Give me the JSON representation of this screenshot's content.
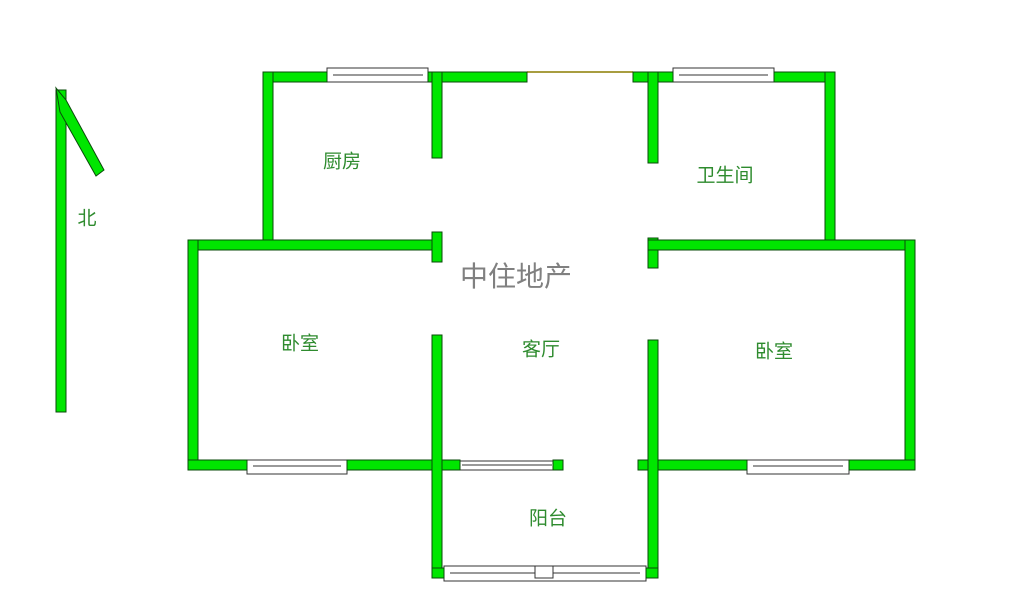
{
  "colors": {
    "wall": "#00e600",
    "label": "#2e8b2e",
    "watermark": "#808080",
    "door_line": "#8b7d00"
  },
  "compass": {
    "label": "北"
  },
  "watermark": "中住地产",
  "rooms": {
    "kitchen": "厨房",
    "bathroom": "卫生间",
    "bedroom_left": "卧室",
    "living_room": "客厅",
    "bedroom_right": "卧室",
    "balcony": "阳台"
  }
}
